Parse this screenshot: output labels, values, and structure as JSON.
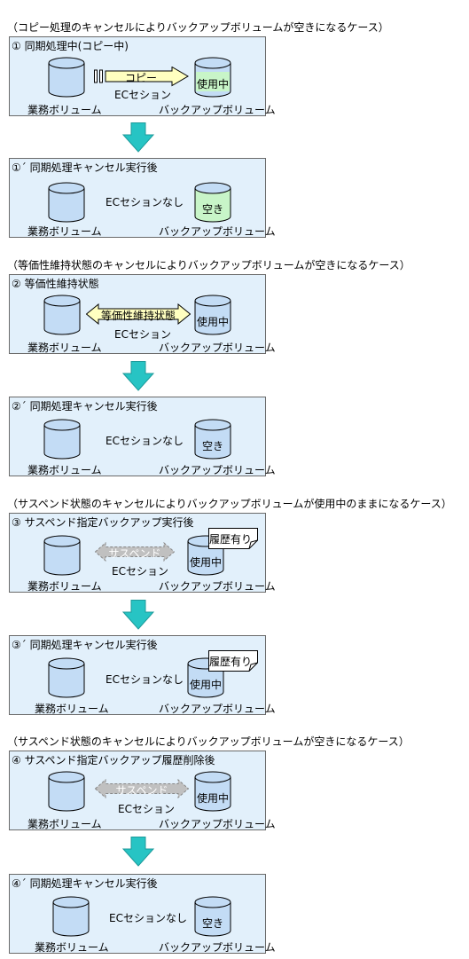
{
  "headings": [
    "（コピー処理のキャンセルによりバックアップボリュームが空きになるケース）",
    "（等価性維持状態のキャンセルによりバックアップボリュームが空きになるケース）",
    "（サスペンド状態のキャンセルによりバックアップボリュームが使用中のままになるケース）",
    "（サスペンド状態のキャンセルによりバックアップボリュームが空きになるケース）"
  ],
  "labels": {
    "business_volume": "業務ボリューム",
    "backup_volume": "バックアップボリューム",
    "in_use": "使用中",
    "free": "空き",
    "history": "履歴有り",
    "ec_session": "ECセション",
    "no_ec_session": "ECセションなし",
    "copy": "コピー",
    "equivalency": "等価性維持状態",
    "suspend": "サスペンド"
  },
  "panels": [
    {
      "title": "①  同期処理中(コピー中)"
    },
    {
      "title": "①´ 同期処理キャンセル実行後"
    },
    {
      "title": "②  等価性維持状態"
    },
    {
      "title": "②´ 同期処理キャンセル実行後"
    },
    {
      "title": "③  サスペンド指定バックアップ実行後"
    },
    {
      "title": "③´ 同期処理キャンセル実行後"
    },
    {
      "title": "④  サスペンド指定バックアップ履歴削除後"
    },
    {
      "title": "④´ 同期処理キャンセル実行後"
    }
  ],
  "colors": {
    "panel_bg": "#e2f0fb",
    "cylinder_fill": "#c3dcf5",
    "cylinder_green": "#c8f5c8",
    "down_arrow": "#27c4c4",
    "copy_arrow": "#ffffc0",
    "suspend_arrow": "#c0c0c0"
  }
}
